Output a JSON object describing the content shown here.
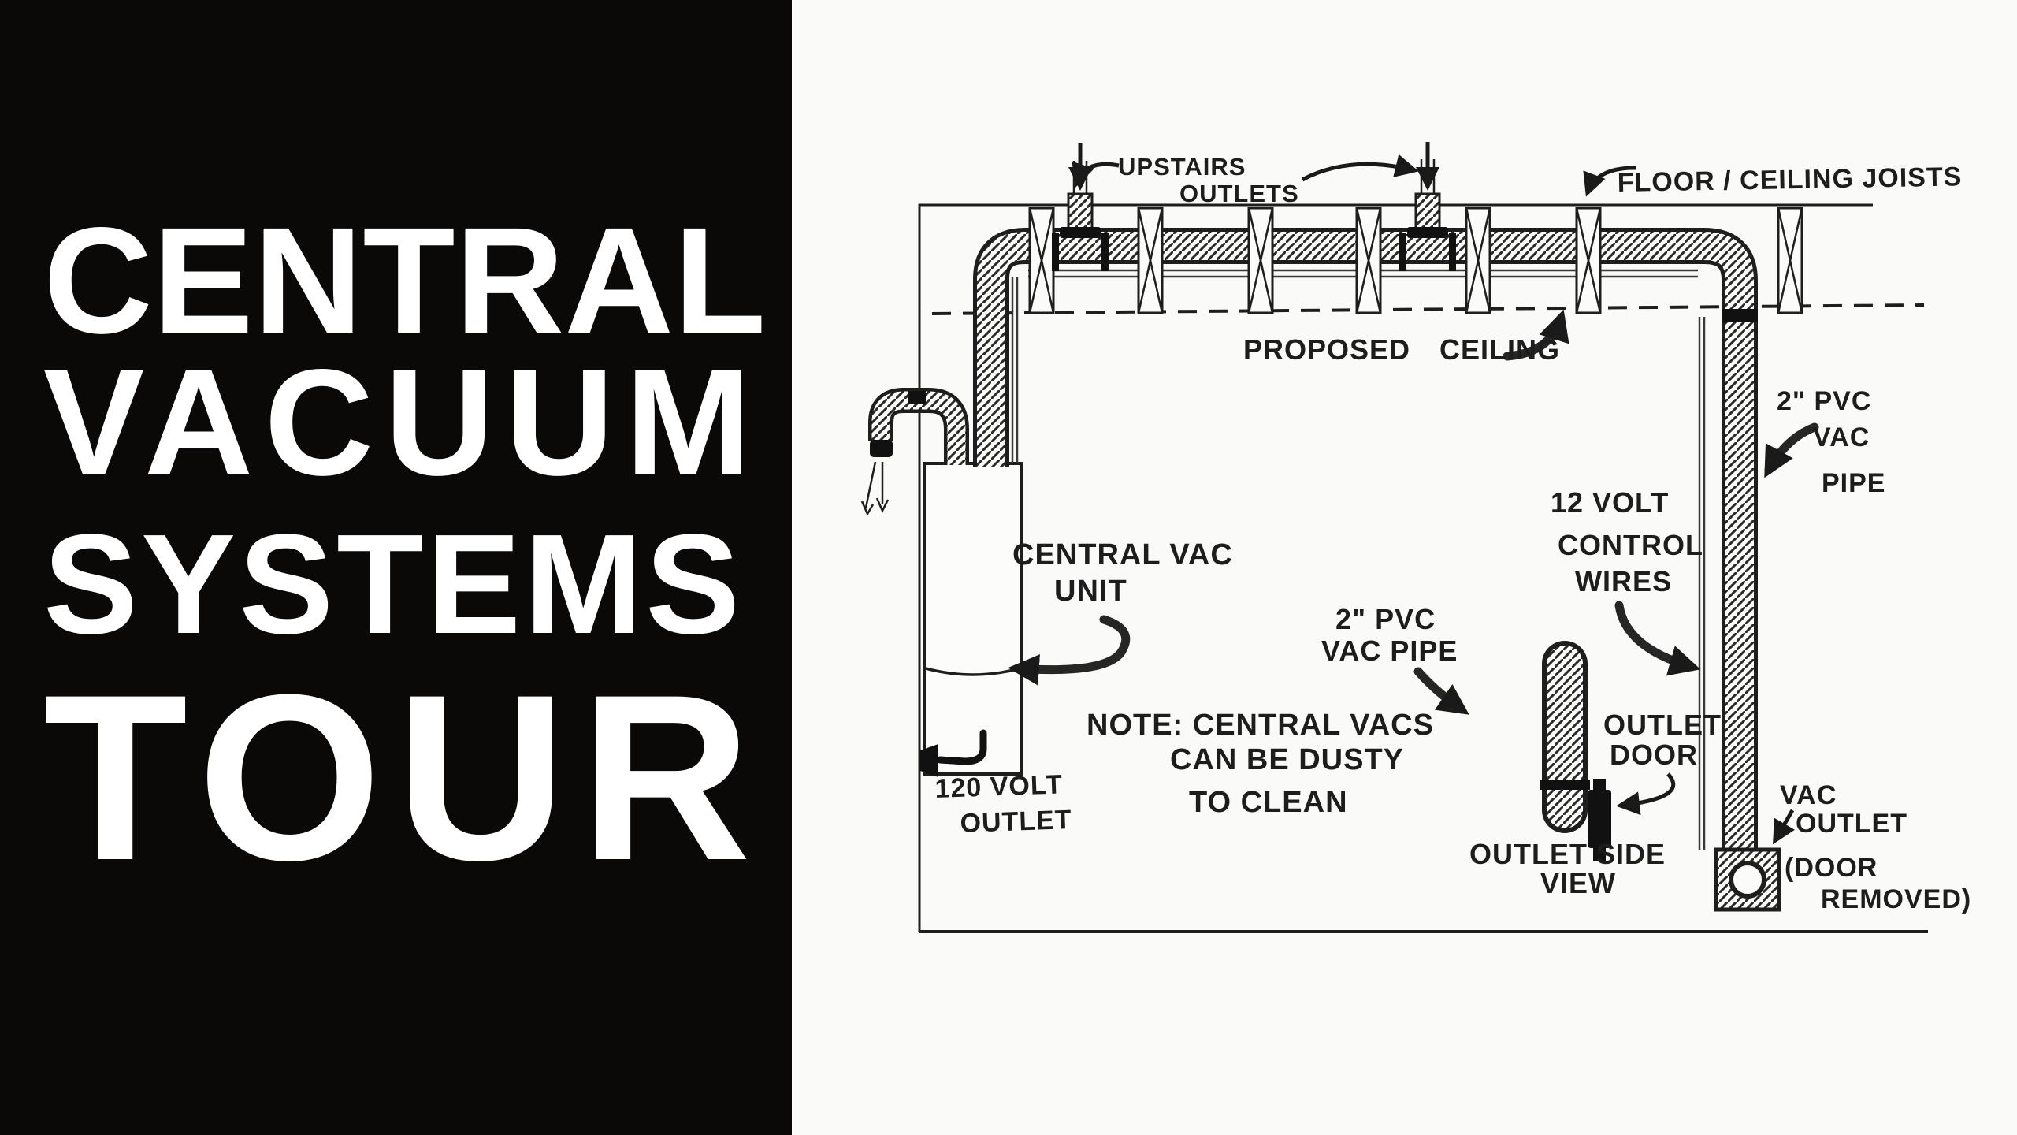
{
  "left_panel": {
    "title_lines": [
      "CENTRAL",
      "VACUUM",
      "SYSTEMS",
      "TOUR"
    ]
  },
  "diagram": {
    "labels": {
      "upstairs_outlets": [
        "UPSTAIRS",
        "OUTLETS"
      ],
      "floor_ceiling_joists": "FLOOR / CEILING JOISTS",
      "proposed_ceiling": "PROPOSED CEILING",
      "pvc_pipe_right": [
        "2\" PVC",
        "VAC",
        "PIPE"
      ],
      "control_wires": [
        "12 VOLT",
        "CONTROL",
        "WIRES"
      ],
      "central_vac_unit": [
        "CENTRAL VAC",
        "UNIT"
      ],
      "note": [
        "NOTE: CENTRAL VACS",
        "CAN BE DUSTY",
        "TO CLEAN"
      ],
      "pvc_pipe_mid": [
        "2\" PVC",
        "VAC PIPE"
      ],
      "outlet_door": [
        "OUTLET",
        "DOOR"
      ],
      "outlet_side_view": [
        "OUTLET SIDE",
        "VIEW"
      ],
      "vac_outlet": [
        "VAC",
        "OUTLET",
        "(DOOR",
        "REMOVED)"
      ],
      "volt_120_outlet": [
        "120 VOLT",
        "OUTLET"
      ]
    }
  },
  "colors": {
    "panel_bg": "#0b0908",
    "panel_text": "#ffffff",
    "paper_bg": "#fafaf8",
    "ink": "#1e1e1e"
  }
}
